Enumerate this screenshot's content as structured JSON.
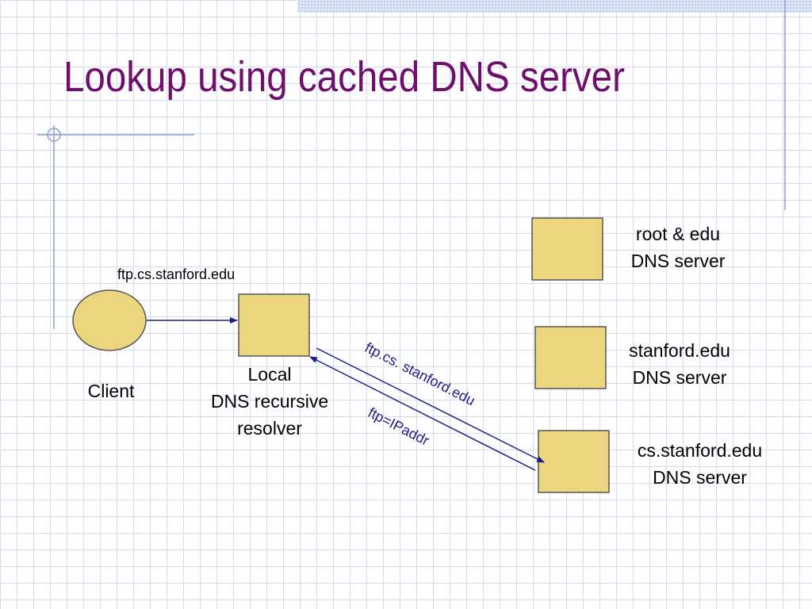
{
  "title": "Lookup using cached DNS server",
  "nodes": {
    "client": {
      "label": "Client"
    },
    "local_resolver": {
      "line1": "Local",
      "line2": "DNS recursive",
      "line3": "resolver"
    },
    "root_server": {
      "line1": "root & edu",
      "line2": "DNS server"
    },
    "stanford_server": {
      "line1": "stanford.edu",
      "line2": "DNS server"
    },
    "cs_server": {
      "line1": "cs.stanford.edu",
      "line2": "DNS  server"
    }
  },
  "edges": {
    "client_query": "ftp.cs.stanford.edu",
    "resolver_query": "ftp.cs. stanford.edu",
    "reply": "ftp=IPaddr"
  },
  "colors": {
    "title": "#6e0f6e",
    "node_fill": "#ecd57f",
    "node_stroke": "#555555",
    "arrow": "#1d1d8a",
    "rotated_label": "#1d1d8a"
  }
}
